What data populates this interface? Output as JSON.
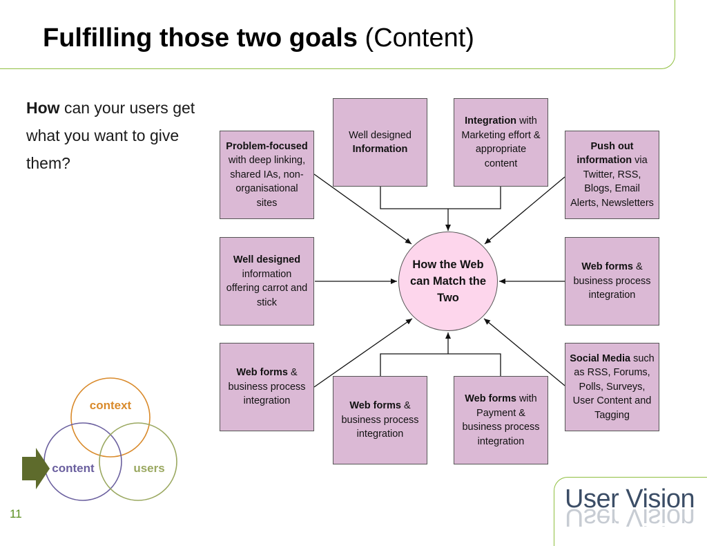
{
  "title": {
    "bold": "Fulfilling those two goals",
    "normal": "(Content)"
  },
  "intro": {
    "bold": "How",
    "rest": "can your users get what you want to give them?"
  },
  "hub": {
    "label": "How the Web can Match the Two"
  },
  "boxes": {
    "problem_focused": {
      "bold": "Problem-focused",
      "rest": "with deep linking, shared IAs, non-organisational sites"
    },
    "well_designed_info": {
      "pre": "Well designed",
      "bold": "Information"
    },
    "integration_marketing": {
      "bold": "Integration",
      "rest": "with Marketing effort & appropriate content"
    },
    "push_out": {
      "bold": "Push out information",
      "rest": "via Twitter, RSS, Blogs, Email Alerts, Newsletters"
    },
    "well_designed_carrot": {
      "bold": "Well designed",
      "rest": "information offering carrot and stick"
    },
    "web_forms_right": {
      "bold": "Web forms",
      "rest": "& business process integration"
    },
    "web_forms_bottom_left": {
      "bold": "Web forms",
      "rest": "& business process integration"
    },
    "web_forms_bottom_center": {
      "bold": "Web forms",
      "rest": "& business process integration"
    },
    "web_forms_payment": {
      "bold": "Web forms",
      "rest": "with Payment & business process integration"
    },
    "social_media": {
      "bold": "Social Media",
      "rest": "such as RSS, Forums, Polls, Surveys, User Content and Tagging"
    }
  },
  "venn": {
    "context": "context",
    "content": "content",
    "users": "users"
  },
  "page_number": "11",
  "logo": {
    "text": "User Vision"
  },
  "colors": {
    "accent_green": "#8fbf3f",
    "box_fill": "#dbb9d5",
    "hub_fill": "#fdd6ec",
    "context": "#d98a2b",
    "content": "#6a5f9e",
    "users": "#9aa860",
    "arrow": "#5e6b2c"
  },
  "icons": {
    "arrow": "arrow-right-icon"
  }
}
